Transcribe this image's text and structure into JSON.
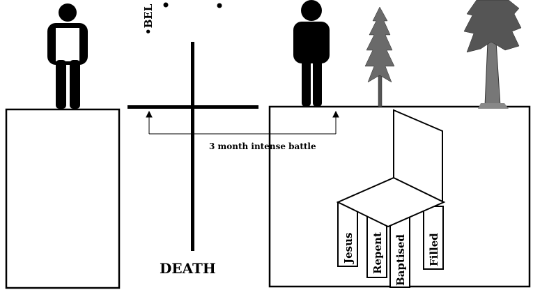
{
  "top_text": "•BEL",
  "arrow_label": "3 month intense battle",
  "death_label": "DEATH",
  "chair_legs": [
    {
      "label": "Jesus"
    },
    {
      "label": "Repent"
    },
    {
      "label": "Baptised"
    },
    {
      "label": "Filled"
    }
  ],
  "figures": [
    "person-outline-left",
    "person-solid-right"
  ],
  "trees": [
    "pine-tree",
    "tall-tree"
  ],
  "colors": {
    "ink": "#000000",
    "background": "#ffffff"
  }
}
